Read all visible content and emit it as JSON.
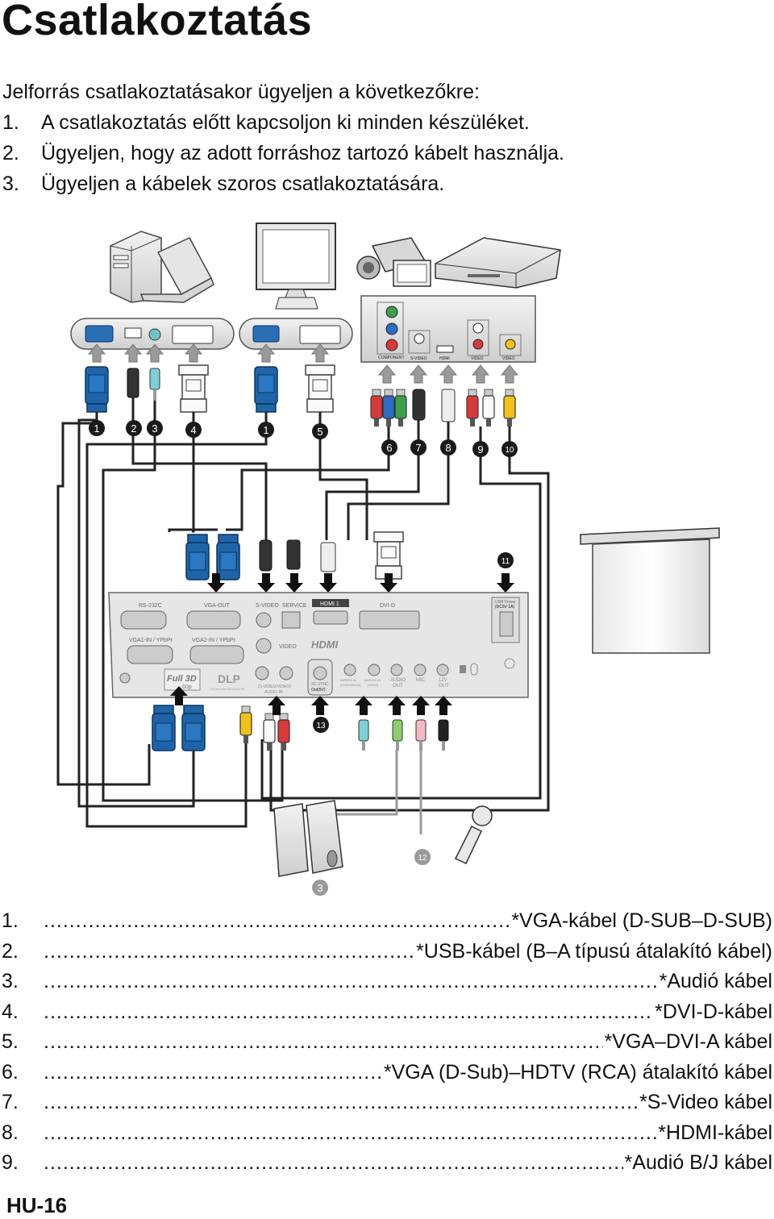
{
  "title": "Csatlakoztatás",
  "intro": {
    "lead": "Jelforrás csatlakoztatásakor ügyeljen a következőkre:",
    "steps": [
      {
        "n": "1.",
        "text": "A csatlakoztatás előtt kapcsoljon ki minden készüléket."
      },
      {
        "n": "2.",
        "text": "Ügyeljen, hogy az adott forráshoz tartozó kábelt használja."
      },
      {
        "n": "3.",
        "text": "Ügyeljen a kábelek szoros csatlakoztatására."
      }
    ]
  },
  "diagram": {
    "callouts": [
      "1",
      "2",
      "3",
      "4",
      "1",
      "5",
      "6",
      "7",
      "8",
      "9",
      "10",
      "11",
      "13",
      "12",
      "3"
    ],
    "source_panel": {
      "component_label": "COMPONENT",
      "svideo_label": "S-VIDEO",
      "hdmi_label": "HDMI",
      "video_label": "VIDEO",
      "video2_label": "VIDEO"
    },
    "projector_panel": {
      "rs232": "RS-232C",
      "vga_out": "VGA-OUT",
      "s_video": "S-VIDEO",
      "service": "SERVICE",
      "hdmi1": "HDMI 1",
      "dvi_d": "DVI-D",
      "usb_power": "USB Power",
      "usb_power_sub": "(DC5V 1A)",
      "vga1_in": "VGA1-IN / YPbPr",
      "vga2_in": "VGA2-IN / YPbPr",
      "video": "VIDEO",
      "hdmi_logo": "HDMI",
      "full3d": "Full 3D",
      "full3d_sub": "60p",
      "dlp": "DLP",
      "dlp_sub": "TEXAS INSTRUMENTS",
      "svideo_audio": "(S-VIDEO/VIDEO)",
      "audio_in": "AUDIO-IN",
      "sync_3d": "3D SYNC",
      "sync_3d_sub": "Out(5V)",
      "audio1_in": "AUDIO1-IN",
      "audio1_sub": "(VGA1/DVI-D)",
      "audio2_in": "AUDIO2-IN",
      "audio2_sub": "(VGA2)",
      "audio_out": "AUDIO",
      "audio_out2": "OUT",
      "mic": "MIC",
      "out12v": "12V",
      "out12v_sub": "OUT"
    }
  },
  "legend": [
    {
      "n": "1.",
      "text": "*VGA-kábel (D-SUB–D-SUB)"
    },
    {
      "n": "2.",
      "text": "*USB-kábel (B–A típusú átalakító kábel)"
    },
    {
      "n": "3.",
      "text": "*Audió kábel"
    },
    {
      "n": "4.",
      "text": "*DVI-D-kábel"
    },
    {
      "n": "5.",
      "text": "*VGA–DVI-A kábel"
    },
    {
      "n": "6.",
      "text": "*VGA (D-Sub)–HDTV (RCA) átalakító kábel"
    },
    {
      "n": "7.",
      "text": "*S-Video kábel"
    },
    {
      "n": "8.",
      "text": "*HDMI-kábel"
    },
    {
      "n": "9.",
      "text": "*Audió B/J kábel"
    }
  ],
  "footer": "HU-16"
}
